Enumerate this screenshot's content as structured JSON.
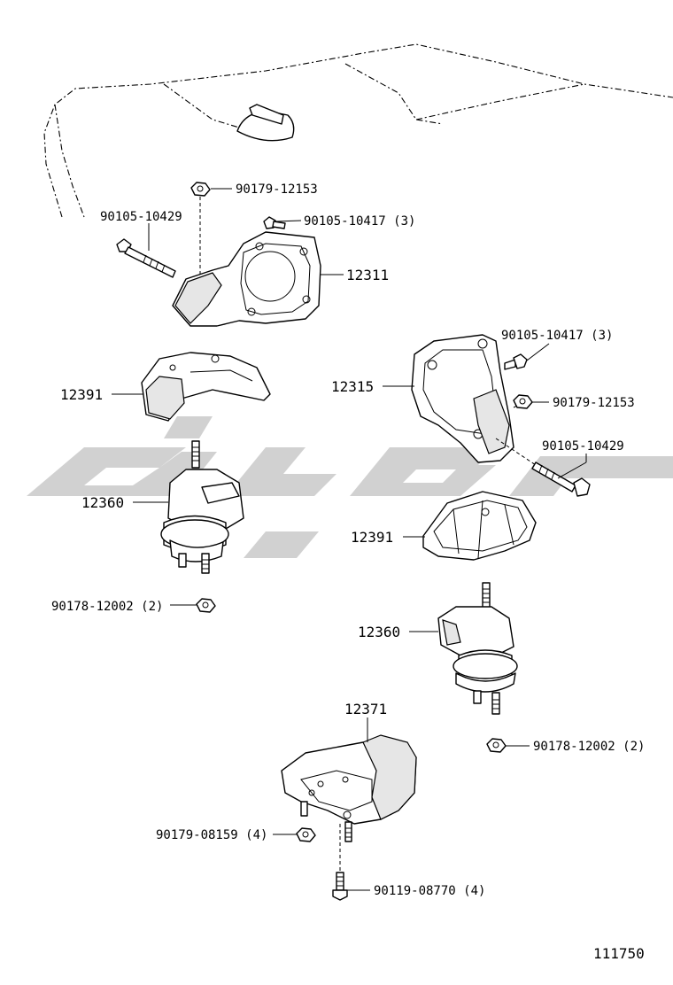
{
  "diagram": {
    "figure_number": "111750",
    "callouts": {
      "nut_top_left": "90179-12153",
      "bolt_long_left": "90105-10429",
      "bolt_small_left": "90105-10417 (3)",
      "bracket_left": "12311",
      "insulator_cover_left": "12391",
      "mount_left": "12360",
      "nut_bottom_left": "90178-12002 (2)",
      "bracket_right": "12315",
      "bolt_small_right": "90105-10417 (3)",
      "nut_right": "90179-12153",
      "bolt_long_right": "90105-10429",
      "insulator_cover_right": "12391",
      "mount_right": "12360",
      "nut_bottom_right": "90178-12002 (2)",
      "rear_mount": "12371",
      "nut_rear": "90179-08159 (4)",
      "bolt_rear": "90119-08770 (4)"
    }
  }
}
